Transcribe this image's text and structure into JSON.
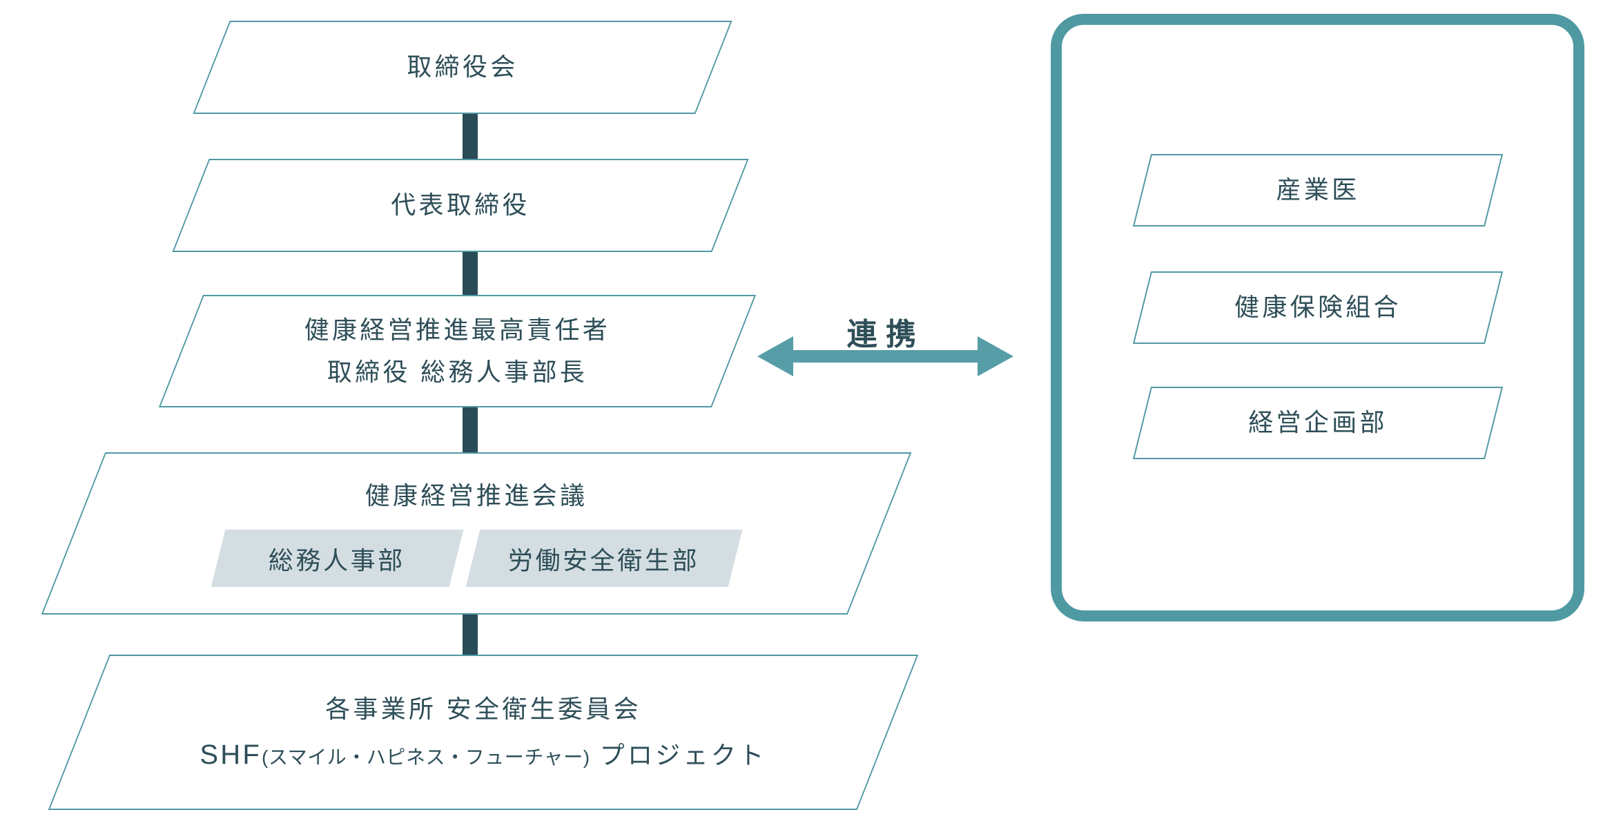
{
  "diagram": {
    "left_chain": {
      "boxes": [
        {
          "label": "取締役会"
        },
        {
          "label": "代表取締役"
        },
        {
          "line1": "健康経営推進最高責任者",
          "line2": "取締役 総務人事部長"
        },
        {
          "title": "健康経営推進会議",
          "sub_boxes": [
            {
              "label": "総務人事部"
            },
            {
              "label": "労働安全衛生部"
            }
          ]
        },
        {
          "line1": "各事業所 安全衛生委員会",
          "line2_prefix": "SHF",
          "line2_paren": "(スマイル・ハピネス・フューチャー)",
          "line2_suffix": "プロジェクト"
        }
      ]
    },
    "connector": {
      "label": "連携"
    },
    "right_group": {
      "boxes": [
        {
          "label": "産業医"
        },
        {
          "label": "健康保険組合"
        },
        {
          "label": "経営企画部"
        }
      ]
    },
    "colors": {
      "box_border": "#4f98a2",
      "text": "#2e4e58",
      "connector_bar": "#294c56",
      "sub_box_fill": "#d4dee2",
      "arrow": "#579da7",
      "frame_border": "#4f99a3",
      "background": "#ffffff"
    }
  }
}
